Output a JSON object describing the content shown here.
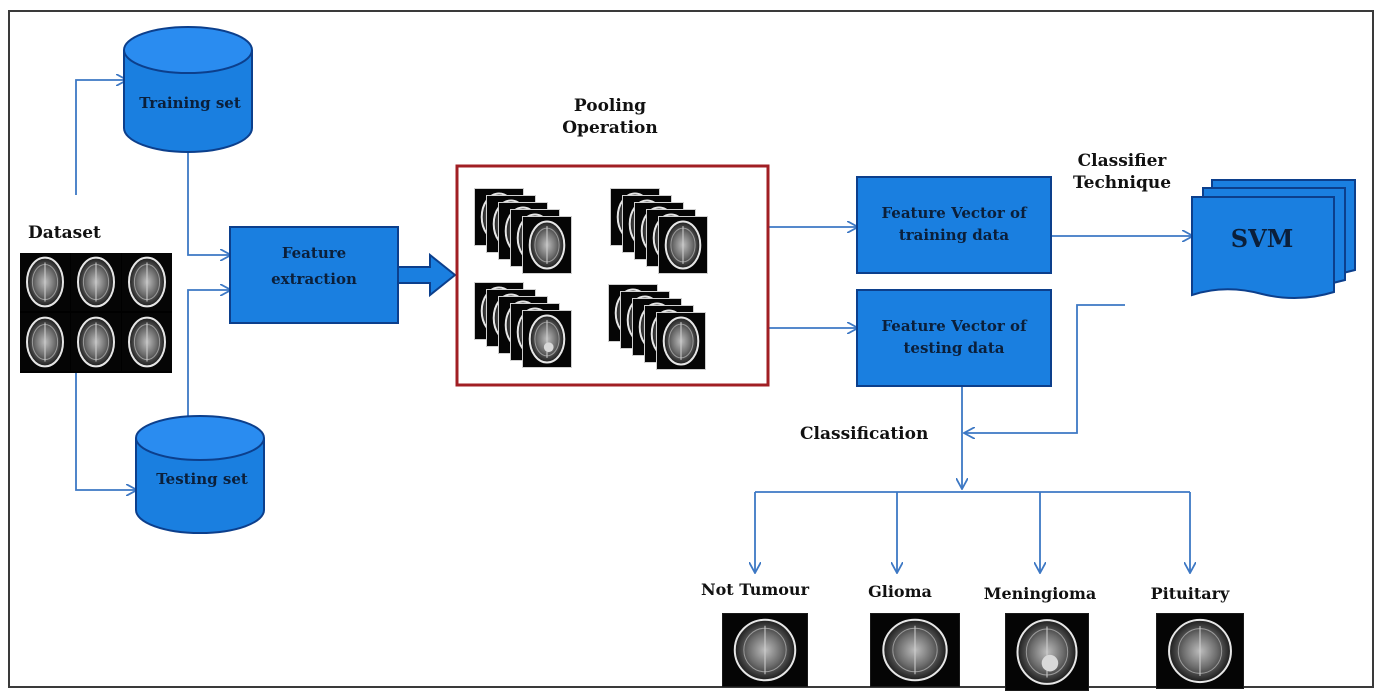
{
  "title": "",
  "labels": {
    "dataset": "Dataset",
    "training_set": "Training set",
    "testing_set": "Testing set",
    "feature_extraction": "Feature extraction",
    "pooling_operation": "Pooling Operation",
    "feature_vector_training": "Feature Vector of training data",
    "feature_vector_testing": "Feature Vector of testing data",
    "classifier_technique": "Classifier Technique",
    "svm": "SVM",
    "classification": "Classification"
  },
  "classes": [
    "Not Tumour",
    "Glioma",
    "Meningioma",
    "Pituitary"
  ],
  "colors": {
    "box_fill": "#1a7fe0",
    "box_stroke": "#0c3f8c",
    "arrow": "#3d78c4",
    "pooling_border": "#a11f24",
    "text": "#111111"
  }
}
